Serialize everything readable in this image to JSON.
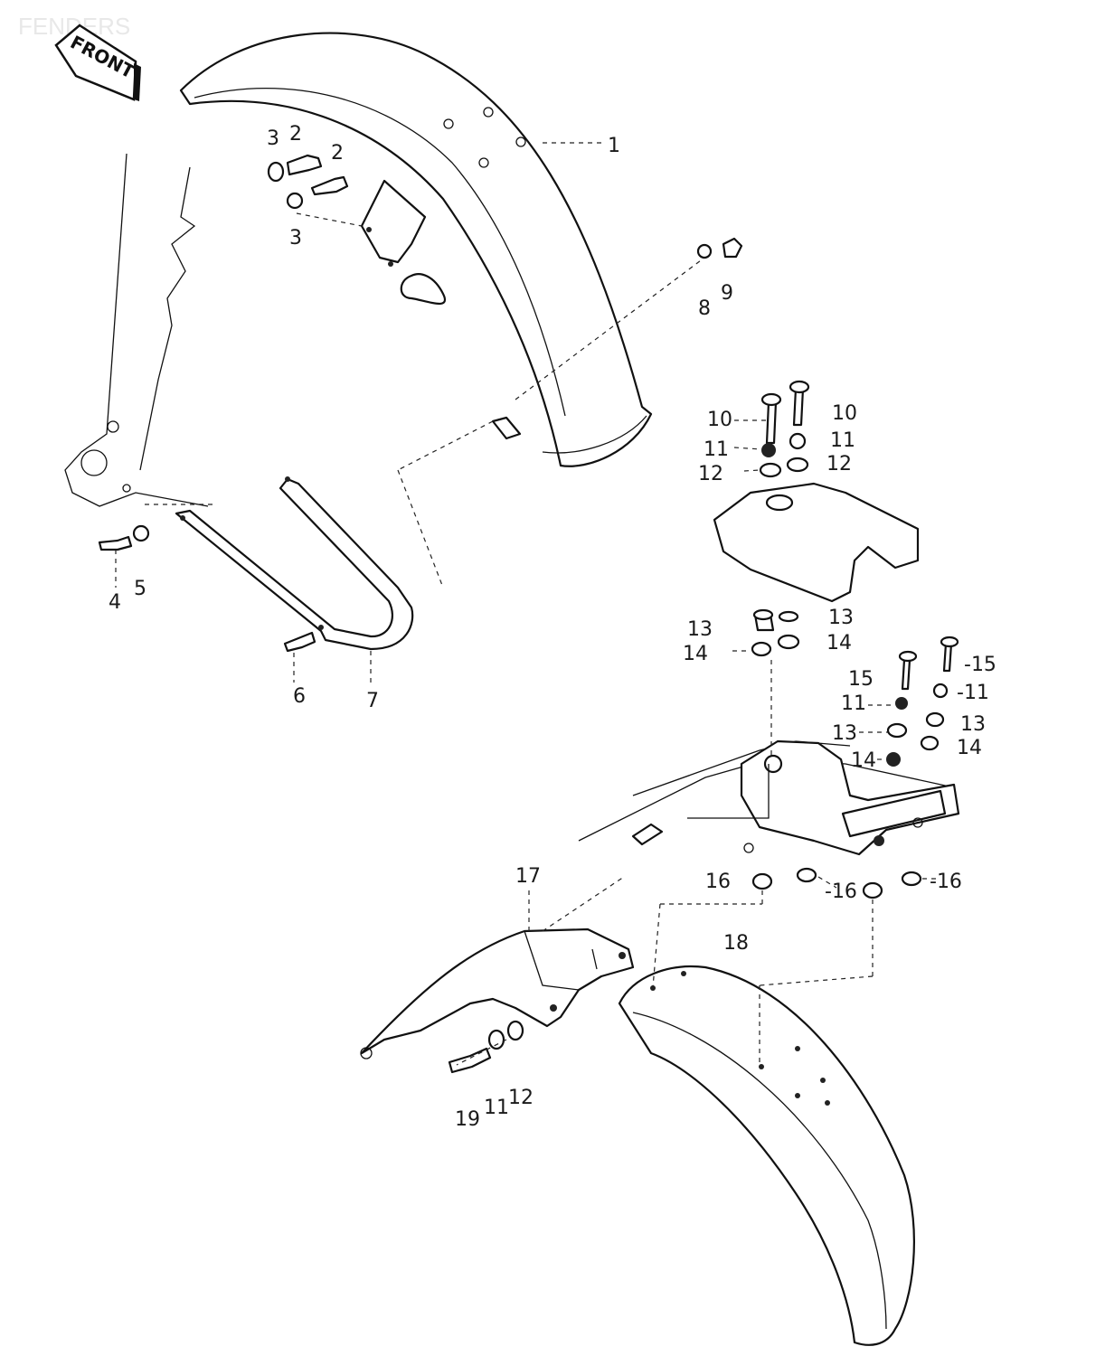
{
  "title": "FENDERS",
  "front_badge": "FRONT",
  "labels": {
    "p1": "1",
    "p2a": "2",
    "p2b": "2",
    "p3a": "3",
    "p3b": "3",
    "p4": "4",
    "p5": "5",
    "p6": "6",
    "p7": "7",
    "p8": "8",
    "p9": "9",
    "p10a": "10",
    "p10b": "10",
    "p11a": "11",
    "p11b": "11",
    "p11c": "11",
    "p11d": "-11",
    "p11e": "11",
    "p12a": "12",
    "p12b": "12",
    "p12c": "12",
    "p13a": "13",
    "p13b": "13",
    "p13c": "13",
    "p13d": "13",
    "p14a": "14",
    "p14b": "14",
    "p14c": "14",
    "p14d": "14",
    "p15a": "15",
    "p15b": "-15",
    "p16a": "16",
    "p16b": "-16",
    "p16c": "-16",
    "p17": "17",
    "p18": "18",
    "p19": "19"
  }
}
